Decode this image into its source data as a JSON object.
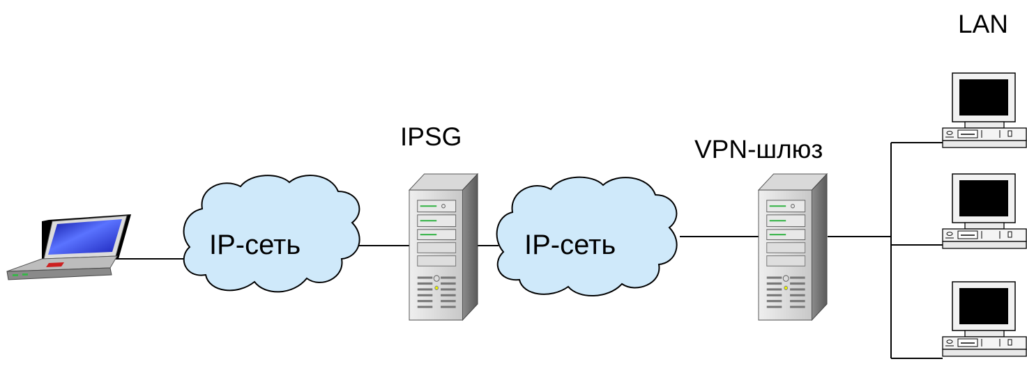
{
  "labels": {
    "lan": "LAN",
    "ipsg": "IPSG",
    "vpn_gateway": "VPN-шлюз",
    "cloud_left": "IP-сеть",
    "cloud_right": "IP-сеть"
  },
  "colors": {
    "cloud_fill": "#cfe9fa",
    "laptop_screen": "#2a31c8",
    "monitor_screen": "#000000",
    "server_body": "#e0e0e0",
    "led_green": "#39b54a",
    "laptop_red": "#cc2020"
  },
  "icons": {
    "client": "laptop-icon",
    "ipsg": "server-tower-icon",
    "vpn": "server-tower-icon",
    "lan_hosts": "desktop-computer-icon"
  }
}
